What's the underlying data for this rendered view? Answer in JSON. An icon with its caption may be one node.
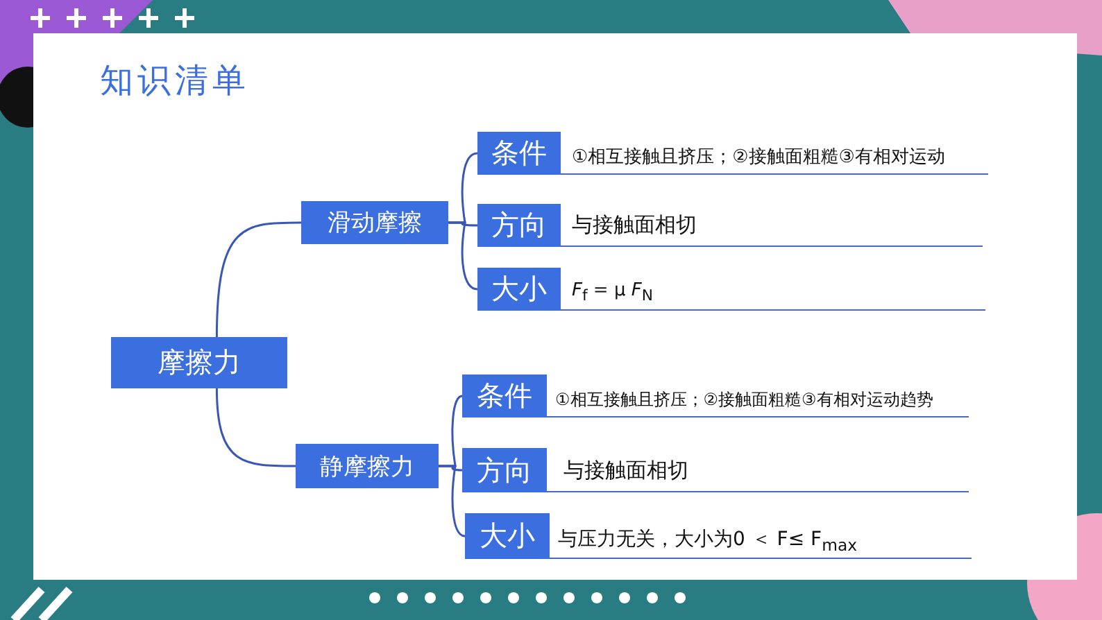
{
  "diagram": {
    "title": "知识清单",
    "nodes": [
      {
        "text": [
          "摩擦力"
        ]
      },
      {
        "text": [
          "滑动摩擦"
        ]
      },
      {
        "text": [
          "条件"
        ],
        "beside": [
          "①相互接触且挤压；②接触面粗糙③有相对运动"
        ]
      },
      {
        "text": [
          "方向"
        ],
        "beside": [
          "与接触面相切"
        ]
      },
      {
        "text": [
          "大小"
        ],
        "beside": [
          "*F*$_{f}$ = μ *F*$_{N}$"
        ]
      },
      {
        "text": [
          "静摩擦力"
        ]
      },
      {
        "text": [
          "条件"
        ],
        "beside": [
          "①相互接触且挤压；②接触面粗糙③有相对运动趋势"
        ]
      },
      {
        "text": [
          "方向"
        ],
        "beside": [
          "与接触面相切"
        ]
      },
      {
        "text": [
          "大小"
        ],
        "beside": [
          "与压力无关，大小为0 ＜ F≤ F$_{max}$"
        ]
      }
    ],
    "edges": [
      {
        "from": 0,
        "to": 1,
        "arrow": "none"
      },
      {
        "from": 1,
        "to": 2,
        "arrow": "none"
      },
      {
        "from": 1,
        "to": 3,
        "arrow": "none"
      },
      {
        "from": 1,
        "to": 4,
        "arrow": "none"
      },
      {
        "from": 0,
        "to": 5,
        "arrow": "none"
      },
      {
        "from": 5,
        "to": 6,
        "arrow": "none"
      },
      {
        "from": 5,
        "to": 7,
        "arrow": "none"
      },
      {
        "from": 5,
        "to": 8,
        "arrow": "none"
      }
    ]
  }
}
